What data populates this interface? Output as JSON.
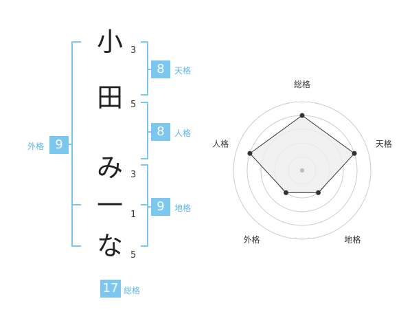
{
  "name_chars": [
    {
      "char": "小",
      "strokes": "3"
    },
    {
      "char": "田",
      "strokes": "5"
    },
    {
      "char": "み",
      "strokes": "3"
    },
    {
      "char": "一",
      "strokes": "1"
    },
    {
      "char": "な",
      "strokes": "5"
    }
  ],
  "kaku": {
    "tenkaku": {
      "value": "8",
      "label": "天格"
    },
    "jinkaku": {
      "value": "8",
      "label": "人格"
    },
    "chikaku": {
      "value": "9",
      "label": "地格"
    },
    "gaikaku": {
      "value": "9",
      "label": "外格"
    },
    "soukaku": {
      "value": "17",
      "label": "総格"
    }
  },
  "radar": {
    "axes": [
      "総格",
      "天格",
      "地格",
      "外格",
      "人格"
    ],
    "values": [
      4,
      4,
      2,
      2,
      4
    ],
    "max": 5,
    "colors": {
      "ring": "#cccccc",
      "fill": "#eeeeee",
      "line": "#333333",
      "point": "#333333",
      "center": "#bbbbbb"
    }
  },
  "colors": {
    "accent": "#7cc7f0",
    "bracket": "#7cc7f0"
  }
}
